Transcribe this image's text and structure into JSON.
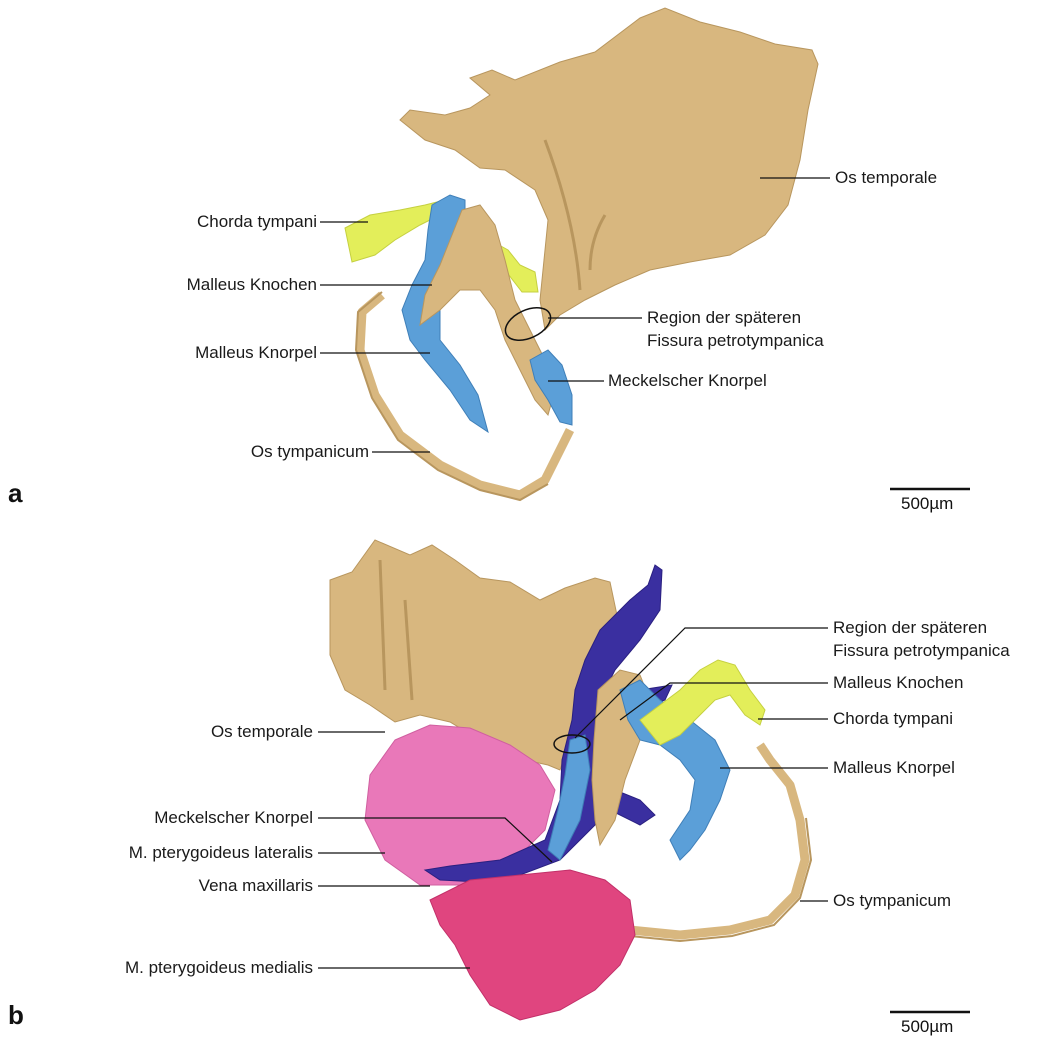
{
  "panels": [
    {
      "letter": "a",
      "scale_bar": "500µm",
      "labels": {
        "os_temporale": "Os temporale",
        "chorda_tympani": "Chorda tympani",
        "malleus_knochen": "Malleus Knochen",
        "region_line1": "Region der späteren",
        "region_line2": "Fissura petrotympanica",
        "malleus_knorpel": "Malleus Knorpel",
        "meckelscher_knorpel": "Meckelscher Knorpel",
        "os_tympanicum": "Os tympanicum"
      }
    },
    {
      "letter": "b",
      "scale_bar": "500µm",
      "labels": {
        "region_line1": "Region der späteren",
        "region_line2": "Fissura petrotympanica",
        "malleus_knochen": "Malleus Knochen",
        "os_temporale": "Os temporale",
        "chorda_tympani": "Chorda tympani",
        "malleus_knorpel": "Malleus Knorpel",
        "meckelscher_knorpel": "Meckelscher Knorpel",
        "m_pterygoideus_lateralis": "M. pterygoideus lateralis",
        "os_tympanicum": "Os tympanicum",
        "vena_maxillaris": "Vena maxillaris",
        "m_pterygoideus_medialis": "M. pterygoideus medialis"
      }
    }
  ],
  "colors": {
    "bone": "#d8b77f",
    "bone_dark": "#b8965e",
    "cartilage": "#5b9fd8",
    "chorda": "#e3ee5a",
    "vein": "#3a2fa0",
    "muscle_lateral": "#e978b9",
    "muscle_medial": "#e0457f"
  }
}
